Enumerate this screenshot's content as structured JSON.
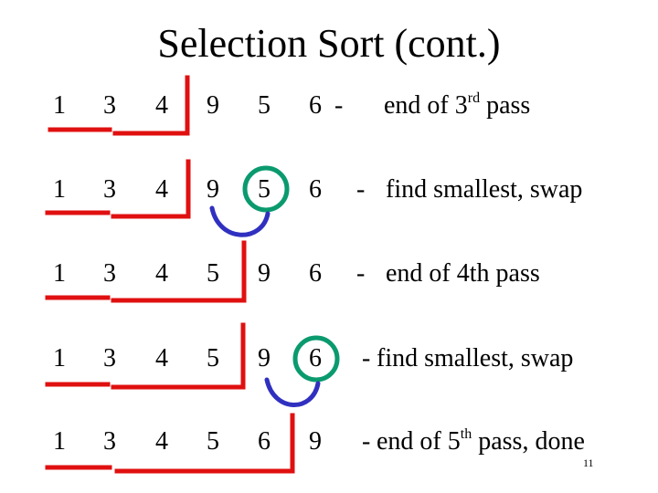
{
  "title": "Selection Sort (cont.)",
  "rows": [
    {
      "values": [
        "1",
        "3",
        "4",
        "9",
        "5",
        "6"
      ],
      "dash": "-",
      "note_before": "end of 3",
      "note_sup": "rd",
      "note_after": " pass"
    },
    {
      "values": [
        "1",
        "3",
        "4",
        "9",
        "5",
        "6"
      ],
      "dash": "-",
      "note_before": "find smallest, swap",
      "note_sup": "",
      "note_after": ""
    },
    {
      "values": [
        "1",
        "3",
        "4",
        "5",
        "9",
        "6"
      ],
      "dash": "-",
      "note_before": "end of 4th pass",
      "note_sup": "",
      "note_after": ""
    },
    {
      "values": [
        "1",
        "3",
        "4",
        "5",
        "9",
        "6"
      ],
      "dash": "-",
      "note_before": "find smallest, swap",
      "note_sup": "",
      "note_after": ""
    },
    {
      "values": [
        "1",
        "3",
        "4",
        "5",
        "6",
        "9"
      ],
      "dash": "-",
      "note_before": "end of 5",
      "note_sup": "th",
      "note_after": " pass, done"
    }
  ],
  "page_number": "11",
  "colors": {
    "sorted_bracket": "#e01010",
    "smallest_circle": "#0a9a6e",
    "swap_arc": "#3030c0"
  }
}
